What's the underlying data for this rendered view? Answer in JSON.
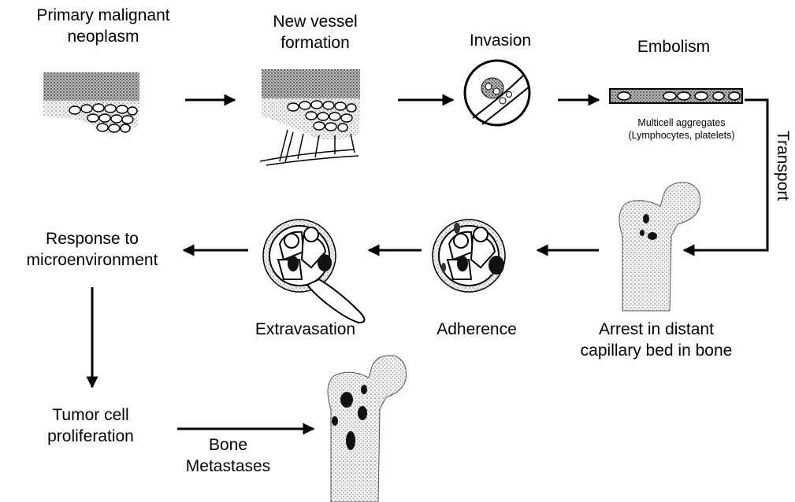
{
  "labels": {
    "primary": "Primary malignant\nneoplasm",
    "new_vessel": "New vessel\nformation",
    "invasion": "Invasion",
    "embolism": "Embolism",
    "aggregates": "Multicell aggregates\n(Lymphocytes, platelets)",
    "transport": "Transport",
    "arrest": "Arrest in distant\ncapillary bed in bone",
    "adherence": "Adherence",
    "extravasation": "Extravasation",
    "response": "Response to\nmicroenvironment",
    "proliferation": "Tumor cell\nproliferation",
    "bone_metastases": "Bone\nMetastases"
  }
}
